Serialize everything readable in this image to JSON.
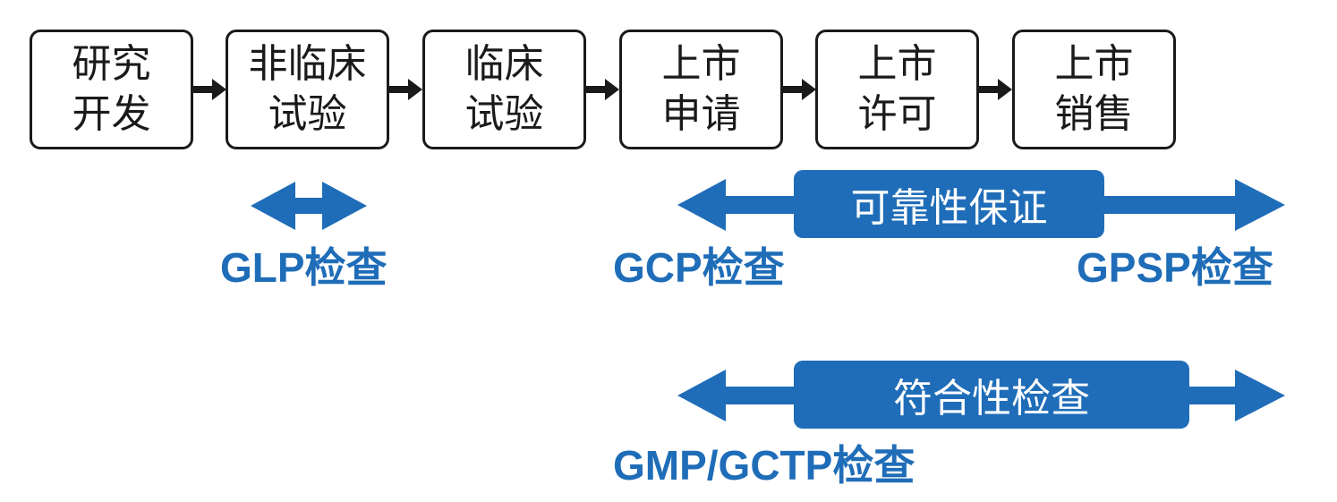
{
  "process_steps": [
    {
      "line1": "研究",
      "line2": "开发"
    },
    {
      "line1": "非临床",
      "line2": "试验"
    },
    {
      "line1": "临床",
      "line2": "试验"
    },
    {
      "line1": "上市",
      "line2": "申请"
    },
    {
      "line1": "上市",
      "line2": "许可"
    },
    {
      "line1": "上市",
      "line2": "销售"
    }
  ],
  "inspections": {
    "glp_label": "GLP检查",
    "gcp_label": "GCP检查",
    "gpsp_label": "GPSP检查",
    "reliability_banner": "可靠性保证",
    "conformity_banner": "符合性检查",
    "gmp_label": "GMP/GCTP检查"
  },
  "colors": {
    "accent": "#1F6DB8",
    "box_border": "#1a1a1a",
    "text": "#1a1a1a"
  }
}
